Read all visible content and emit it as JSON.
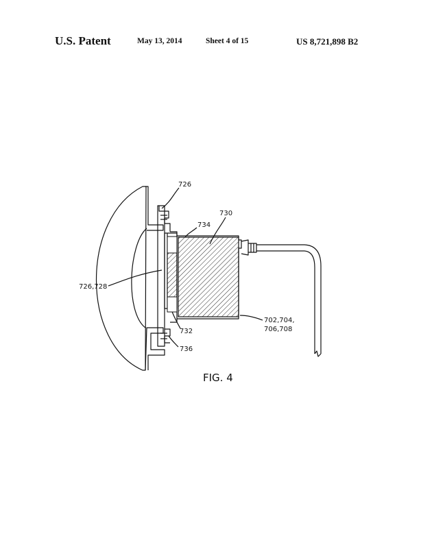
{
  "header": {
    "title": "U.S. Patent",
    "date": "May 13, 2014",
    "sheet": "Sheet 4 of 15",
    "patent_number": "US 8,721,898 B2"
  },
  "figure": {
    "caption": "FIG. 4",
    "labels": {
      "l726": "726",
      "l730": "730",
      "l734": "734",
      "l726_728": "726,728",
      "l702_704": "702,704,",
      "l706_708": "706,708",
      "l732": "732",
      "l736": "736"
    }
  }
}
